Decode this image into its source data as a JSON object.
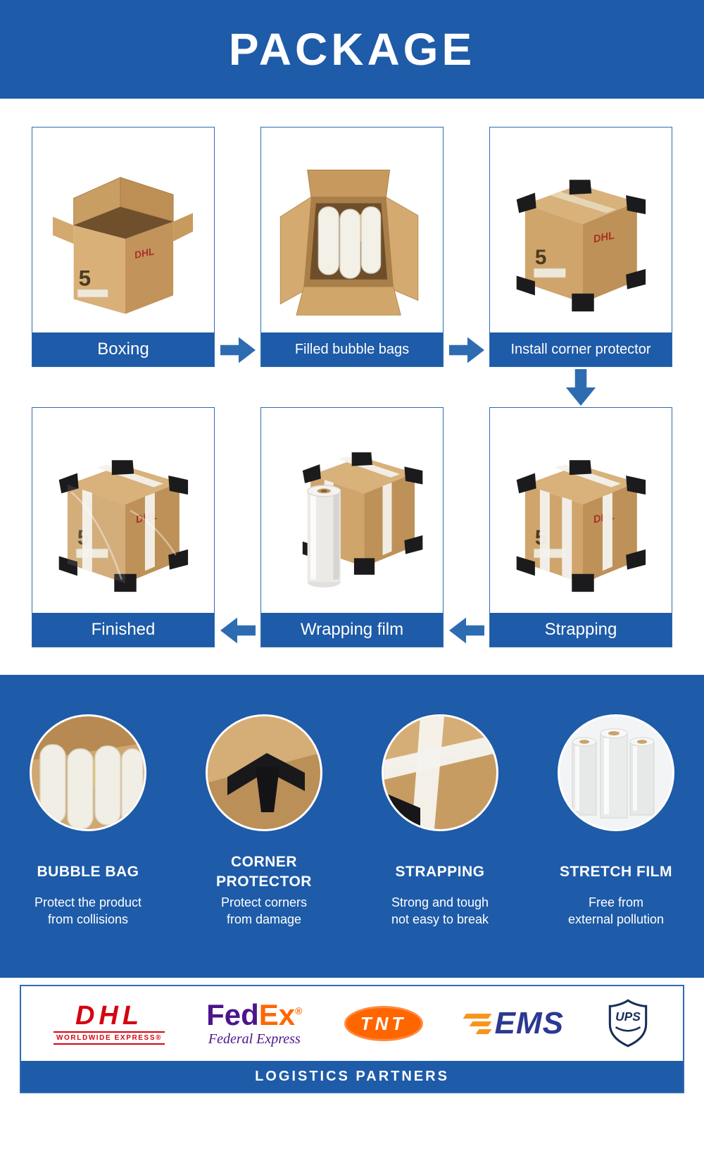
{
  "header": {
    "title": "PACKAGE"
  },
  "colors": {
    "primary_blue": "#1e5ba8",
    "arrow_blue": "#2e6cb2",
    "dhl_red": "#d40511",
    "fedex_purple": "#4d148c",
    "fedex_orange": "#ff6600",
    "tnt_orange": "#ff6600",
    "ems_blue": "#2b3990",
    "ups_navy": "#1a2d5a",
    "cardboard": "#d0a66a"
  },
  "process": {
    "row1": [
      {
        "label": "Boxing"
      },
      {
        "label": "Filled bubble bags"
      },
      {
        "label": "Install corner protector"
      }
    ],
    "row2": [
      {
        "label": "Finished"
      },
      {
        "label": "Wrapping film"
      },
      {
        "label": "Strapping"
      }
    ]
  },
  "box_marks": {
    "brand": "DHL",
    "number": "5"
  },
  "features": [
    {
      "title": "BUBBLE BAG",
      "desc": "Protect the product\nfrom collisions"
    },
    {
      "title": "CORNER PROTECTOR",
      "desc": "Protect corners\nfrom damage"
    },
    {
      "title": "STRAPPING",
      "desc": "Strong and tough\nnot easy to break"
    },
    {
      "title": "STRETCH FILM",
      "desc": "Free from\nexternal pollution"
    }
  ],
  "partners": {
    "dhl": {
      "name": "DHL",
      "tagline": "WORLDWIDE EXPRESS®"
    },
    "fedex": {
      "part1": "Fed",
      "part2": "Ex",
      "reg": "®",
      "tagline": "Federal Express"
    },
    "tnt": {
      "name": "TNT"
    },
    "ems": {
      "name": "EMS"
    },
    "ups": {
      "name": "UPS"
    }
  },
  "footer": {
    "label": "LOGISTICS PARTNERS"
  }
}
